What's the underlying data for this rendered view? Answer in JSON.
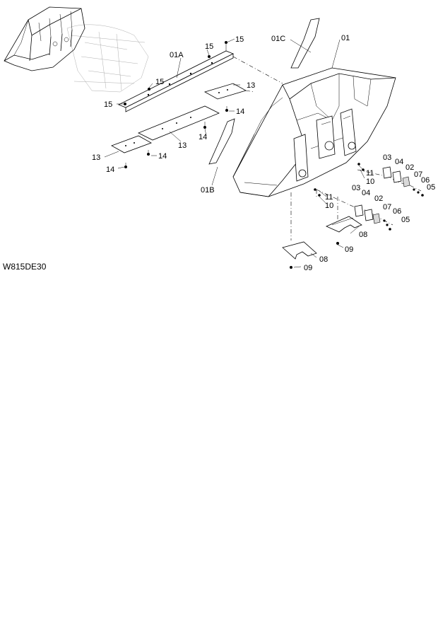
{
  "drawing_code": "W815DE30",
  "labels": {
    "l01": "01",
    "l01A": "01A",
    "l01B": "01B",
    "l01C": "01C",
    "l02a": "02",
    "l02b": "02",
    "l03a": "03",
    "l03b": "03",
    "l04a": "04",
    "l04b": "04",
    "l05a": "05",
    "l05b": "05",
    "l06a": "06",
    "l06b": "06",
    "l07a": "07",
    "l07b": "07",
    "l08a": "08",
    "l08b": "08",
    "l09a": "09",
    "l09b": "09",
    "l10a": "10",
    "l10b": "10",
    "l11a": "11",
    "l11b": "11",
    "l13a": "13",
    "l13b": "13",
    "l13c": "13",
    "l14a": "14",
    "l14b": "14",
    "l14c": "14",
    "l14d": "14",
    "l15a": "15",
    "l15b": "15",
    "l15c": "15",
    "l15d": "15"
  }
}
